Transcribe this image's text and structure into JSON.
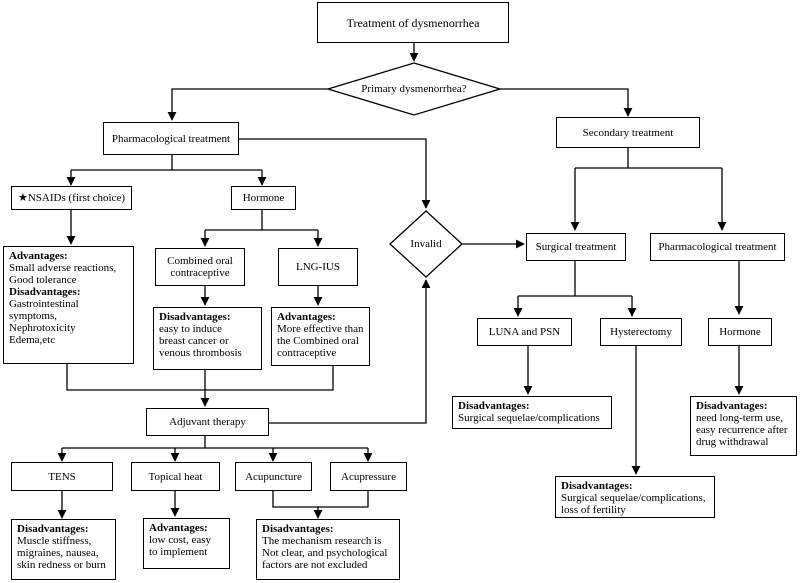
{
  "title": "Treatment of dysmenorrhea",
  "decision": "Primary dysmenorrhea?",
  "invalid": "Invalid",
  "pharm_primary": "Pharmacological treatment",
  "secondary": "Secondary treatment",
  "nsaids": "★NSAIDs (first choice)",
  "hormone_primary": "Hormone",
  "nsaids_detail": {
    "adv_label": "Advantages:",
    "adv_lines": [
      "Small adverse reactions,",
      "Good tolerance"
    ],
    "dis_label": "Disadvantages:",
    "dis_lines": [
      "Gastrointestinal symptoms,",
      "Nephrotoxicity",
      "Edema,etc"
    ]
  },
  "coc": "Combined oral contraceptive",
  "lngius": "LNG-IUS",
  "coc_detail": {
    "label": "Disadvantages:",
    "lines": [
      "easy to induce",
      "breast cancer or",
      "venous thrombosis"
    ]
  },
  "lngius_detail": {
    "label": "Advantages:",
    "lines": [
      "More effective than",
      "the Combined oral",
      "contraceptive"
    ]
  },
  "adjuvant": "Adjuvant therapy",
  "tens": "TENS",
  "heat": "Topical heat",
  "acupuncture": "Acupuncture",
  "acupressure": "Acupressure",
  "tens_detail": {
    "label": "Disadvantages:",
    "lines": [
      "Muscle stiffness,",
      "migraines, nausea,",
      "skin redness or burn"
    ]
  },
  "heat_detail": {
    "label": "Advantages:",
    "lines": [
      "low cost, easy",
      "to implement"
    ]
  },
  "acu_detail": {
    "label": "Disadvantages:",
    "lines": [
      "The mechanism research is",
      "Not clear, and psychological",
      "factors are not excluded"
    ]
  },
  "surgical": "Surgical treatment",
  "pharm_secondary": "Pharmacological treatment",
  "luna": "LUNA and PSN",
  "hysterectomy": "Hysterectomy",
  "hormone_secondary": "Hormone",
  "luna_detail": {
    "label": "Disadvantages:",
    "lines": [
      "Surgical  sequelae/complications"
    ]
  },
  "hyst_detail": {
    "label": "Disadvantages:",
    "lines": [
      "Surgical sequelae/complications,",
      "loss of fertility"
    ]
  },
  "hormone2_detail": {
    "label": "Disadvantages:",
    "lines": [
      "need long-term use,",
      "easy recurrence after",
      "drug withdrawal"
    ]
  }
}
